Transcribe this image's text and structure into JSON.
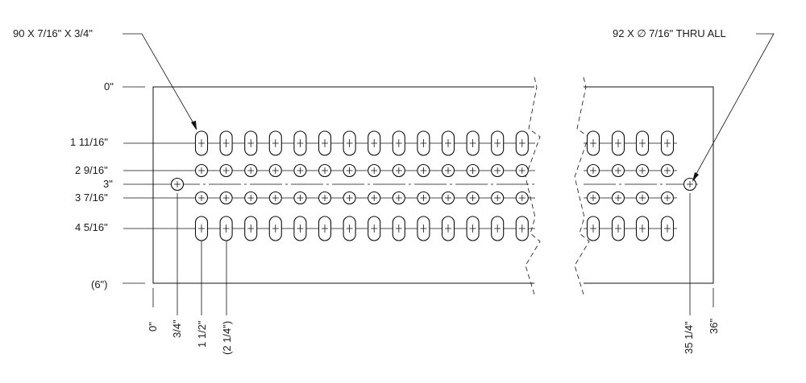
{
  "callouts": {
    "slots": "90 X 7/16\" X 3/4\"",
    "holes": "92 X ∅ 7/16\" THRU ALL"
  },
  "y_dimensions": [
    {
      "id": "y0",
      "label": "0\""
    },
    {
      "id": "y1",
      "label": "1 11/16\""
    },
    {
      "id": "y2",
      "label": "2 9/16\""
    },
    {
      "id": "y3",
      "label": "3\""
    },
    {
      "id": "y4",
      "label": "3 7/16\""
    },
    {
      "id": "y5",
      "label": "4 5/16\""
    },
    {
      "id": "y6",
      "label": "(6\")"
    }
  ],
  "x_dimensions": [
    {
      "id": "x0",
      "label": "0\""
    },
    {
      "id": "x1",
      "label": "3/4\""
    },
    {
      "id": "x2",
      "label": "1 1/2\""
    },
    {
      "id": "x3",
      "label": "(2 1/4\")"
    },
    {
      "id": "x4",
      "label": "35 1/4\""
    },
    {
      "id": "x5",
      "label": "36\""
    }
  ],
  "colors": {
    "line": "#111111",
    "background": "#ffffff"
  }
}
